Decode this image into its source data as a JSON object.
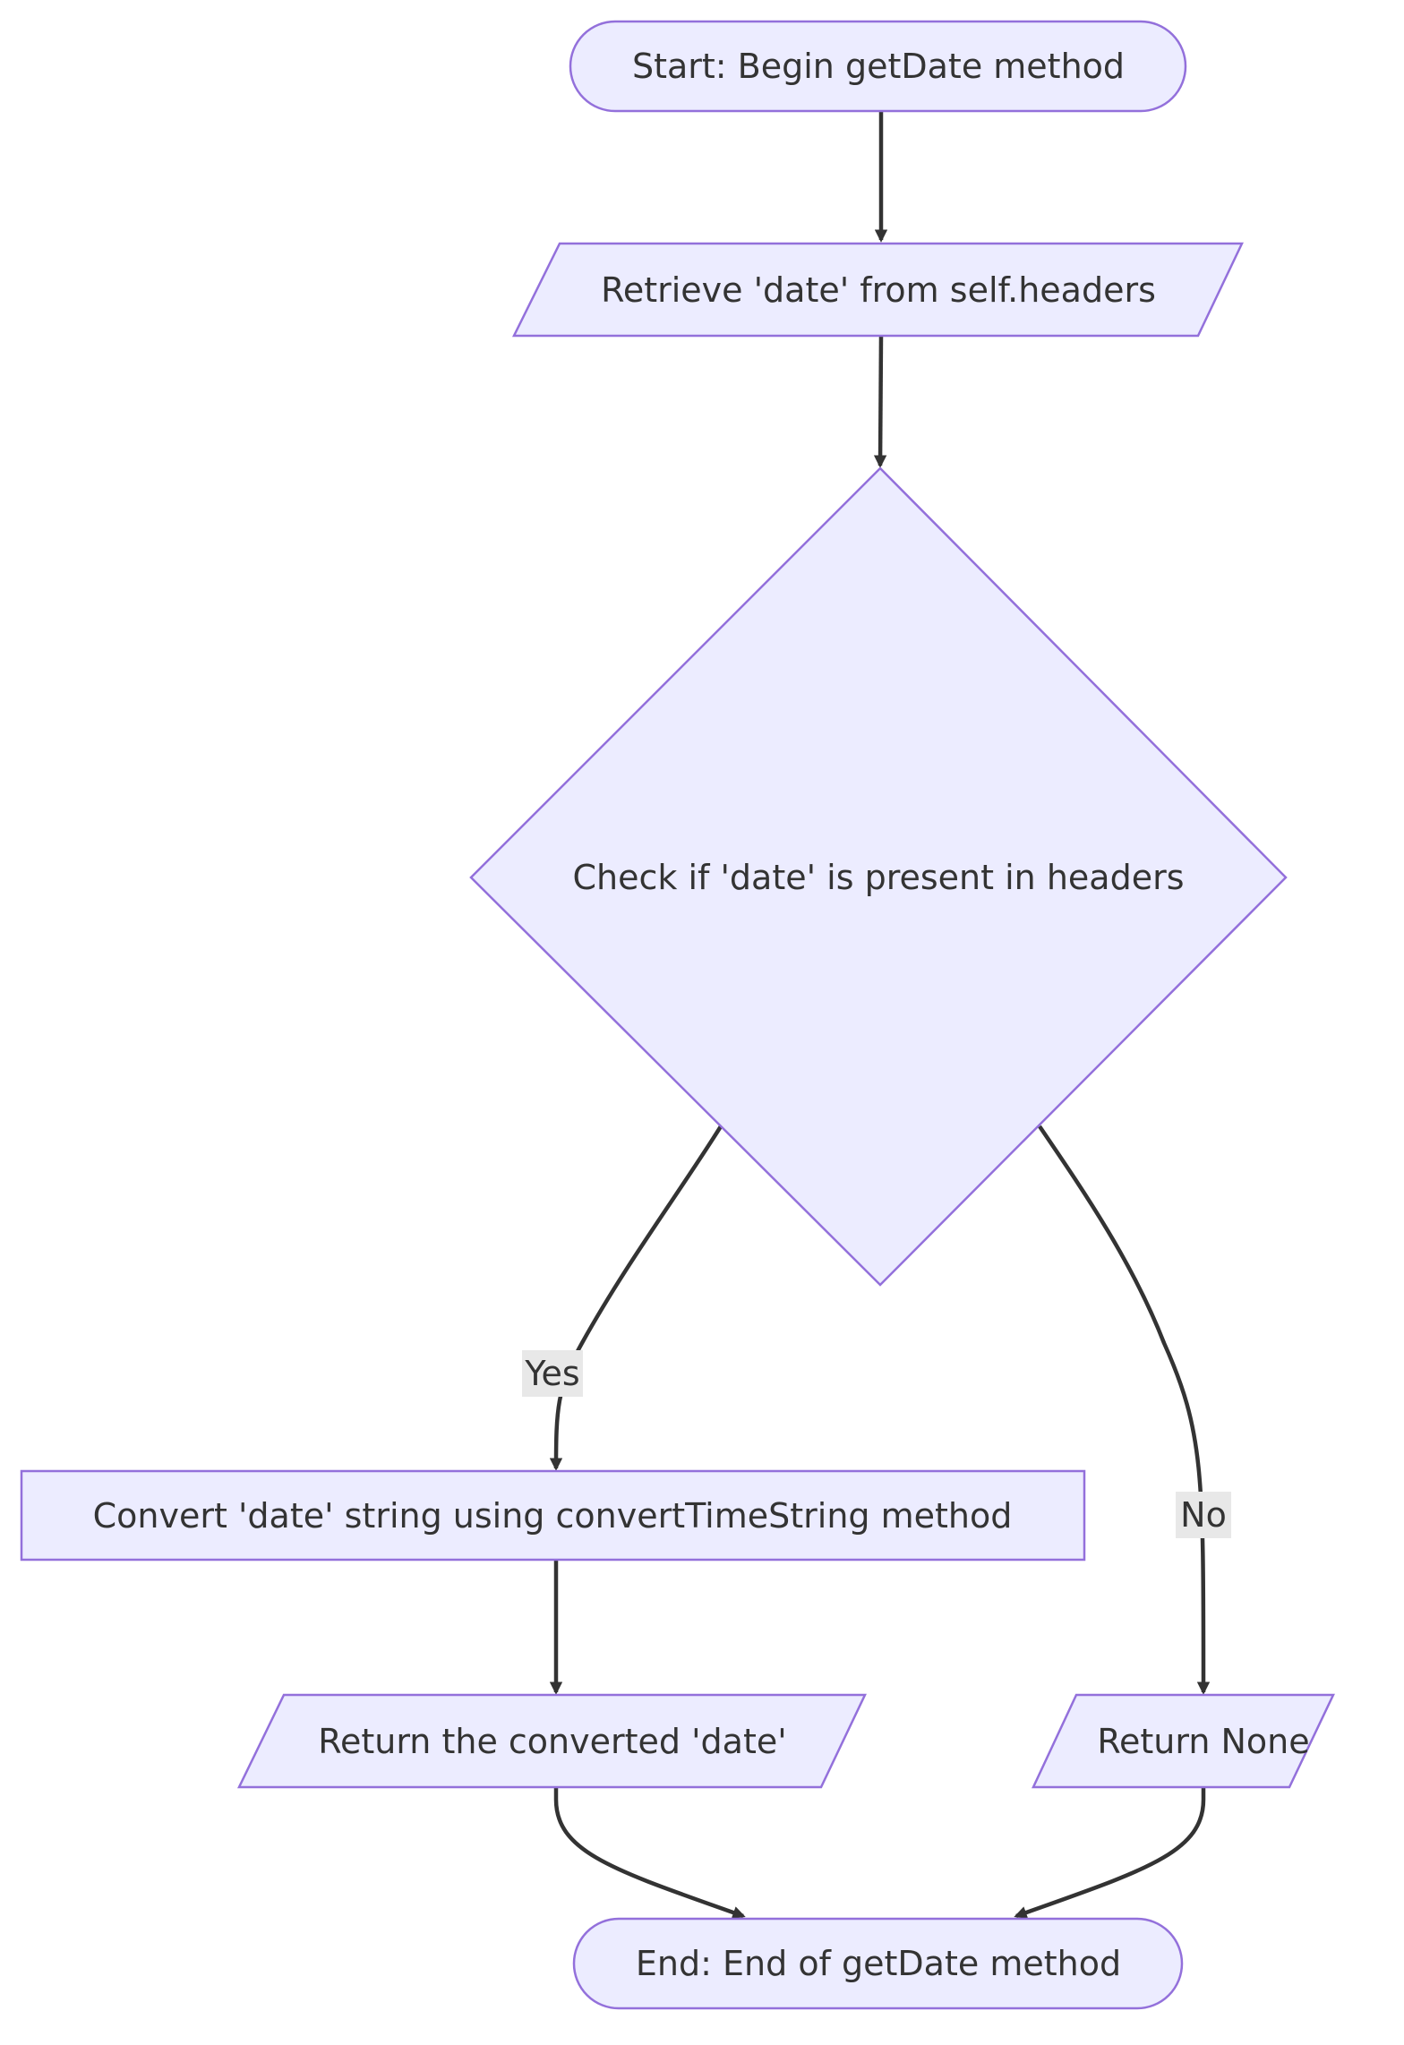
{
  "colors": {
    "node_fill": "#ECECFF",
    "node_stroke": "#9370DB",
    "edge": "#333333",
    "edge_label_bg": "#E8E8E8",
    "text": "#333333"
  },
  "nodes": {
    "start": "Start: Begin getDate method",
    "retrieve": "Retrieve 'date' from self.headers",
    "check": "Check if 'date' is present in headers",
    "convert": "Convert 'date' string using convertTimeString method",
    "return_converted": "Return the converted 'date'",
    "return_none": "Return None",
    "end": "End: End of getDate method"
  },
  "edges": {
    "yes_label": "Yes",
    "no_label": "No"
  }
}
